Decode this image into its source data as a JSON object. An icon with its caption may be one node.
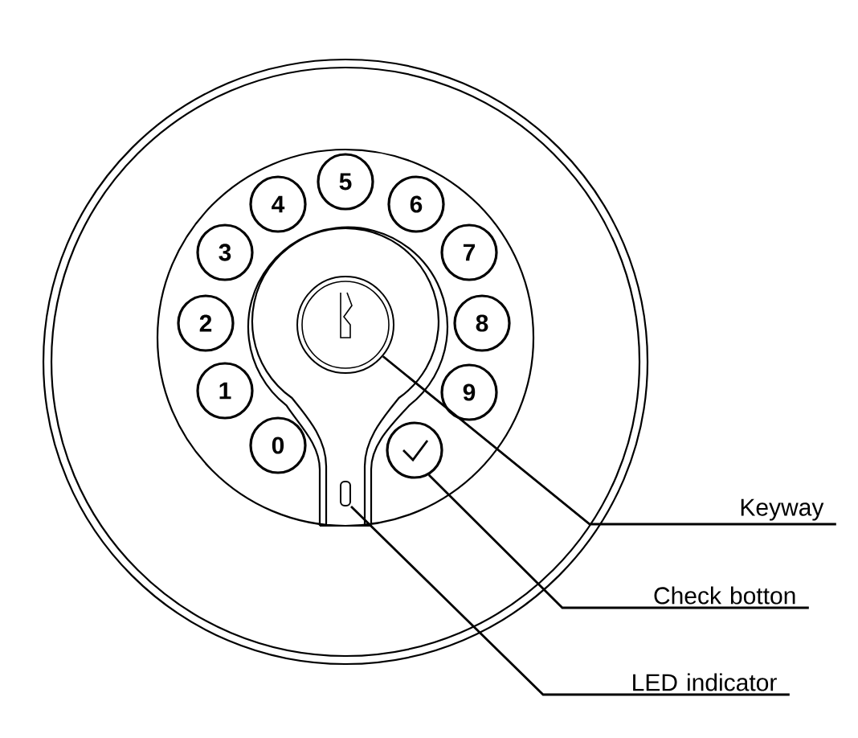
{
  "diagram": {
    "nodes": [
      {
        "text": [
          "5"
        ]
      },
      {
        "text": [
          "4"
        ]
      },
      {
        "text": [
          "6"
        ]
      },
      {
        "text": [
          "3"
        ]
      },
      {
        "text": [
          "7"
        ]
      },
      {
        "text": [
          "2"
        ]
      },
      {
        "text": [
          "8"
        ]
      },
      {
        "text": [
          "1"
        ]
      },
      {
        "text": [
          "9"
        ]
      },
      {
        "text": [
          "0"
        ]
      },
      {
        "text": [],
        "shape": "circle"
      },
      {
        "text": [],
        "shape": "circle"
      },
      {
        "text": [],
        "shape": "box"
      },
      {
        "text": [
          "Keyway"
        ]
      },
      {
        "text": [
          "Check botton"
        ]
      },
      {
        "text": [
          "LED indicator"
        ]
      }
    ],
    "edges": [
      {
        "from": 13,
        "to": 10,
        "arrow": "none"
      },
      {
        "from": 14,
        "to": 11,
        "arrow": "none"
      },
      {
        "from": 15,
        "to": 12,
        "arrow": "none"
      }
    ]
  }
}
